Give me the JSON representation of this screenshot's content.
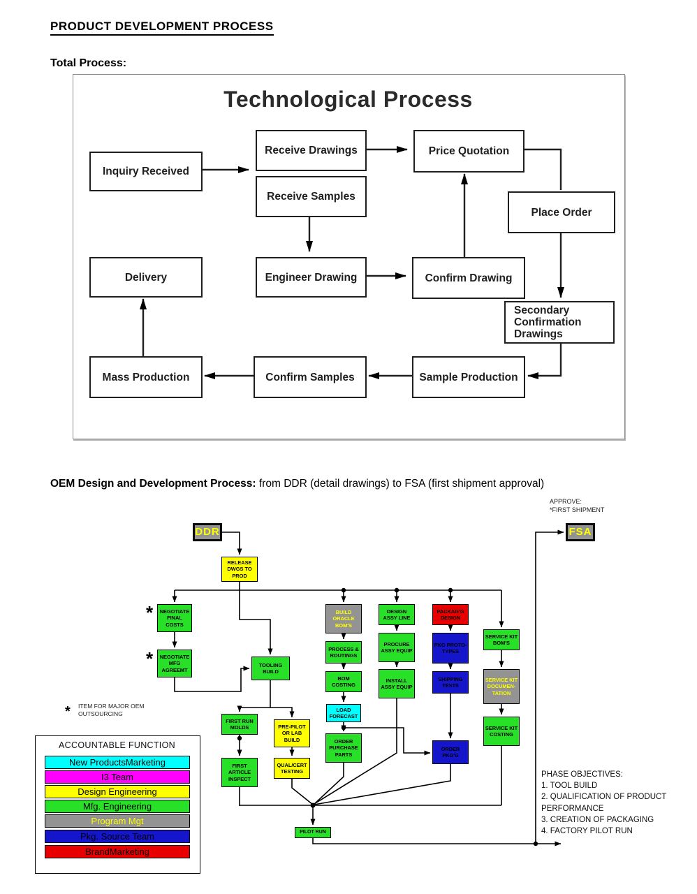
{
  "header": {
    "title": "PRODUCT DEVELOPMENT PROCESS",
    "total_process_label": "Total Process:"
  },
  "tech_process": {
    "title": "Technological Process",
    "nodes": [
      {
        "label": "Inquiry Received"
      },
      {
        "label": "Receive Drawings"
      },
      {
        "label": "Receive  Samples"
      },
      {
        "label": "Price Quotation"
      },
      {
        "label": "Place Order"
      },
      {
        "label": "Delivery"
      },
      {
        "label": "Engineer Drawing"
      },
      {
        "label": "Confirm Drawing"
      },
      {
        "label": "Secondary Confirmation Drawings"
      },
      {
        "label": "Mass Production"
      },
      {
        "label": "Confirm Samples"
      },
      {
        "label": "Sample Production"
      }
    ]
  },
  "oem_process": {
    "heading_bold": "OEM Design and Development Process:",
    "heading_rest": " from DDR (detail drawings) to FSA (first shipment approval)",
    "approve_note_line1": "APPROVE:",
    "approve_note_line2": "*FIRST SHIPMENT",
    "asterisk": "*",
    "asterisk_note_line1": "ITEM FOR MAJOR OEM",
    "asterisk_note_line2": "OUTSOURCING",
    "nodes": [
      {
        "label": "DDR",
        "function": "program_mgt"
      },
      {
        "label": "RELEASE DWGS TO PROD",
        "function": "design_engineering"
      },
      {
        "label": "NEGOTIATE FINAL COSTS",
        "function": "mfg_engineering"
      },
      {
        "label": "NEGOTIATE MFG AGREEMT",
        "function": "mfg_engineering"
      },
      {
        "label": "TOOLING BUILD",
        "function": "mfg_engineering"
      },
      {
        "label": "BUILD ORACLE BOM'S",
        "function": "program_mgt"
      },
      {
        "label": "PROCESS & ROUTINGS",
        "function": "mfg_engineering"
      },
      {
        "label": "BOM COSTING",
        "function": "mfg_engineering"
      },
      {
        "label": "LOAD FORECAST",
        "function": "new_products_marketing"
      },
      {
        "label": "ORDER PURCHASE PARTS",
        "function": "mfg_engineering"
      },
      {
        "label": "DESIGN ASSY LINE",
        "function": "mfg_engineering"
      },
      {
        "label": "PROCURE ASSY EQUIP",
        "function": "mfg_engineering"
      },
      {
        "label": "INSTALL ASSY EQUIP",
        "function": "mfg_engineering"
      },
      {
        "label": "PACKAG'G DESIGN",
        "function": "brand_marketing"
      },
      {
        "label": "PKG PROTO-TYPES",
        "function": "pkg_source_team"
      },
      {
        "label": "SHIPPING TESTS",
        "function": "pkg_source_team"
      },
      {
        "label": "ORDER PKG'G",
        "function": "pkg_source_team"
      },
      {
        "label": "SERVICE KIT BOM'S",
        "function": "mfg_engineering"
      },
      {
        "label": "SERVICE KIT DOCUMEN-TATION",
        "function": "program_mgt"
      },
      {
        "label": "SERVICE KIT COSTING",
        "function": "mfg_engineering"
      },
      {
        "label": "FIRST RUN MOLDS",
        "function": "mfg_engineering"
      },
      {
        "label": "PRE-PILOT OR LAB BUILD",
        "function": "design_engineering"
      },
      {
        "label": "FIRST ARTICLE INSPECT",
        "function": "mfg_engineering"
      },
      {
        "label": "QUAL/CERT TESTING",
        "function": "design_engineering"
      },
      {
        "label": "PILOT RUN",
        "function": "mfg_engineering"
      },
      {
        "label": "FSA",
        "function": "program_mgt"
      }
    ],
    "phase_objectives": [
      "PHASE OBJECTIVES:",
      "1. TOOL BUILD",
      "2. QUALIFICATION OF PRODUCT",
      "PERFORMANCE",
      "3. CREATION OF PACKAGING",
      "4. FACTORY PILOT RUN"
    ],
    "legend": {
      "title": "ACCOUNTABLE FUNCTION",
      "items": [
        {
          "label": "New ProductsMarketing",
          "function": "new_products_marketing"
        },
        {
          "label": "I3 Team",
          "function": "i3_team"
        },
        {
          "label": "Design Engineering",
          "function": "design_engineering"
        },
        {
          "label": "Mfg. Engineering",
          "function": "mfg_engineering"
        },
        {
          "label": "Program Mgt",
          "function": "program_mgt"
        },
        {
          "label": "Pkg. Source Team",
          "function": "pkg_source_team"
        },
        {
          "label": "BrandMarketing",
          "function": "brand_marketing"
        }
      ]
    }
  },
  "colors": {
    "new_products_marketing": {
      "bg": "#00ffff",
      "fg": "#000000"
    },
    "i3_team": {
      "bg": "#ff00ff",
      "fg": "#000000"
    },
    "design_engineering": {
      "bg": "#ffff00",
      "fg": "#000000"
    },
    "mfg_engineering": {
      "bg": "#28e028",
      "fg": "#000000"
    },
    "program_mgt": {
      "bg": "#939393",
      "fg": "#ffff00"
    },
    "pkg_source_team": {
      "bg": "#1515cc",
      "fg": "#000000"
    },
    "brand_marketing": {
      "bg": "#e80000",
      "fg": "#000000"
    }
  }
}
